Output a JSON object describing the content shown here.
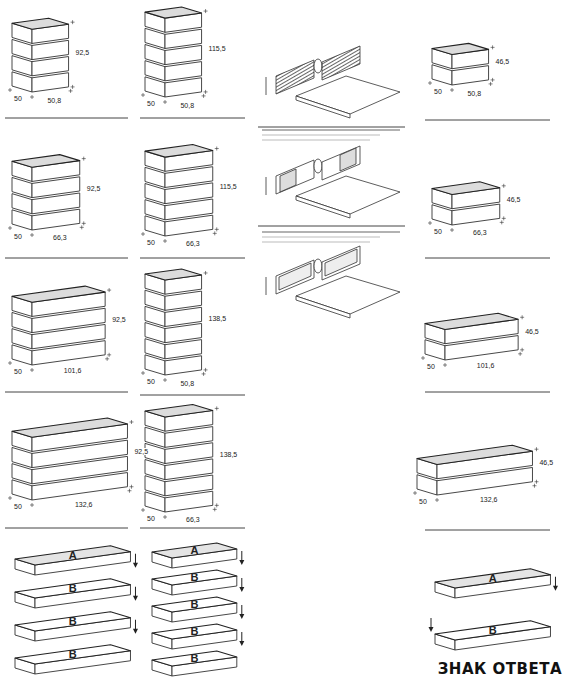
{
  "diagram": {
    "labels": [
      "92,5",
      "50",
      "50,8",
      "115,5",
      "50",
      "50,8",
      "46,5",
      "50",
      "50,8",
      "92,5",
      "50",
      "66,3",
      "115,5",
      "50",
      "66,3",
      "46,5",
      "50",
      "66,3",
      "92,5",
      "50",
      "101,6",
      "138,5",
      "50",
      "50,8",
      "46,5",
      "50",
      "101,6",
      "92,5",
      "50",
      "132,6",
      "138,5",
      "50",
      "66,3",
      "46,5",
      "50",
      "132,6",
      "A",
      "B",
      "B",
      "B",
      "A",
      "B",
      "B",
      "B",
      "B",
      "A",
      "B",
      "ЗНАК ОТВЕТА"
    ]
  }
}
